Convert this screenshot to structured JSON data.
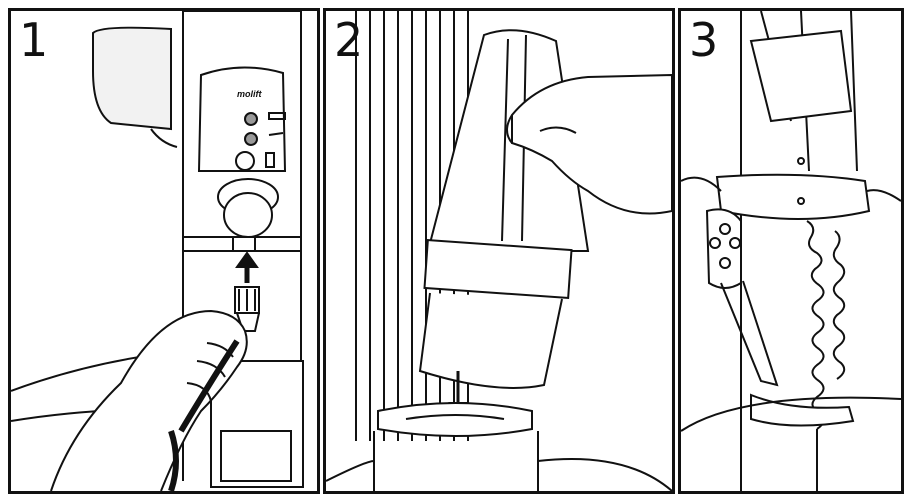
{
  "steps": [
    {
      "number": "1",
      "brand": "molift"
    },
    {
      "number": "2"
    },
    {
      "number": "3"
    }
  ],
  "colors": {
    "line": "#111111",
    "fill": "#ffffff",
    "shade": "#e6e6e6"
  },
  "icons": [
    "charger-cable-icon",
    "arrow-up-icon",
    "battery-icon",
    "arrow-down-icon",
    "hand-control-icon"
  ]
}
